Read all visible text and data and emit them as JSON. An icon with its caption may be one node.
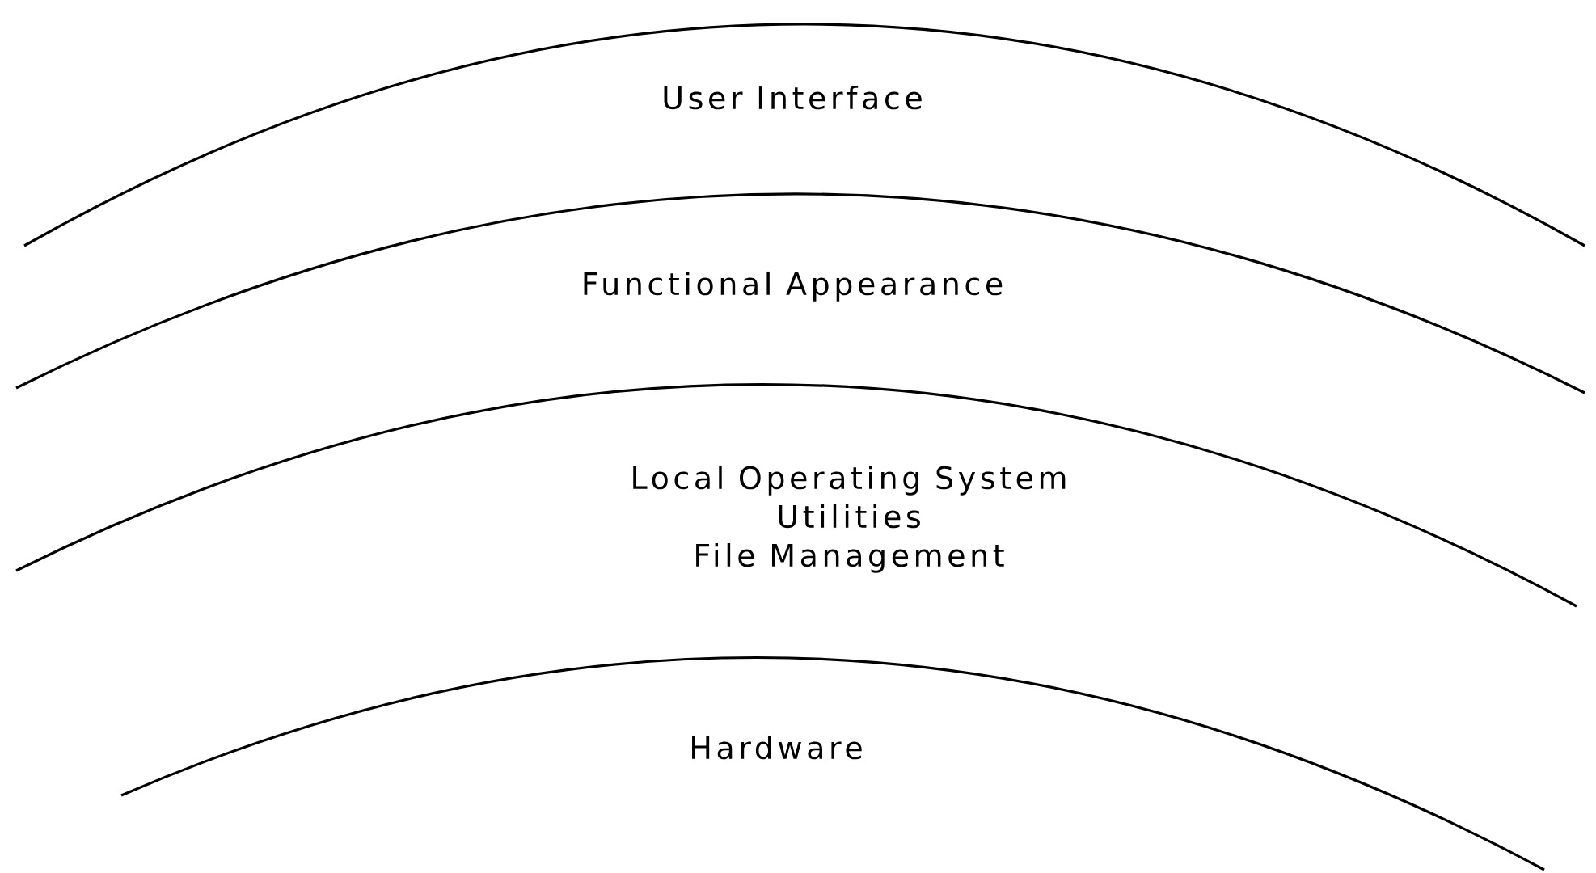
{
  "diagram": {
    "nodes": [
      {
        "text": [
          "User Interface"
        ]
      },
      {
        "text": [
          "Functional Appearance"
        ]
      },
      {
        "text": [
          "Local Operating System",
          "Utilities",
          "File Management"
        ]
      },
      {
        "text": [
          "Hardware"
        ]
      }
    ]
  }
}
